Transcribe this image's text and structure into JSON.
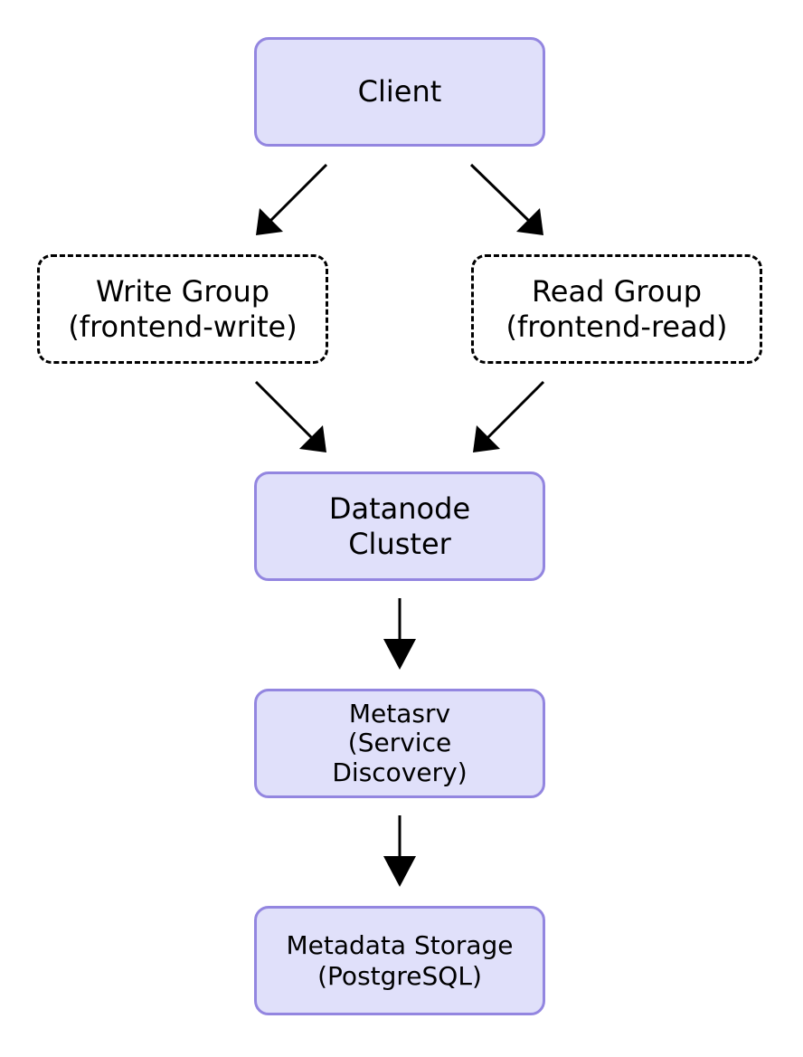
{
  "nodes": {
    "client": {
      "lines": [
        "Client"
      ]
    },
    "write": {
      "lines": [
        "Write Group",
        "(frontend-write)"
      ]
    },
    "read": {
      "lines": [
        "Read Group",
        "(frontend-read)"
      ]
    },
    "datanode": {
      "lines": [
        "Datanode",
        "Cluster"
      ]
    },
    "metasrv": {
      "lines": [
        "Metasrv",
        "(Service",
        "Discovery)"
      ]
    },
    "storage": {
      "lines": [
        "Metadata Storage",
        "(PostgreSQL)"
      ]
    }
  },
  "edges": [
    {
      "from": "client",
      "to": "write"
    },
    {
      "from": "client",
      "to": "read"
    },
    {
      "from": "write",
      "to": "datanode"
    },
    {
      "from": "read",
      "to": "datanode"
    },
    {
      "from": "datanode",
      "to": "metasrv"
    },
    {
      "from": "metasrv",
      "to": "storage"
    }
  ],
  "colors": {
    "node_fill": "#e0e0fa",
    "node_border": "#9386e0",
    "group_border": "#000000",
    "edge": "#000000"
  }
}
